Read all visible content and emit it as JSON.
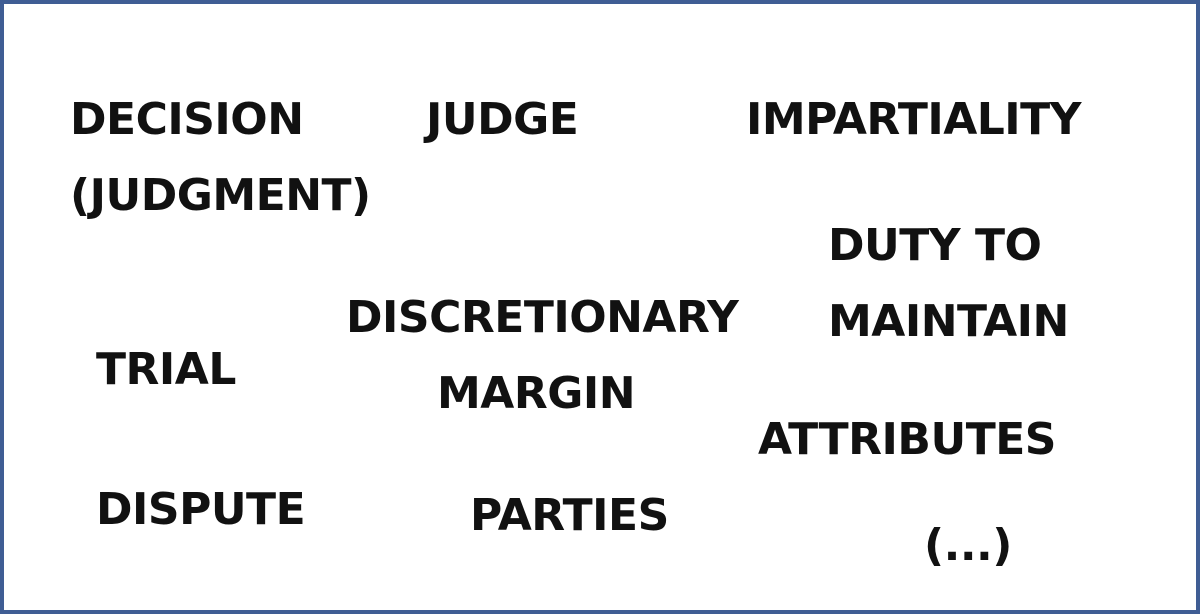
{
  "border_color": "#3f5d94",
  "text_color": "#111111",
  "terms": {
    "decision": [
      "DECISION",
      "(JUDGMENT)"
    ],
    "judge": "JUDGE",
    "impartiality": "IMPARTIALITY",
    "duty_to_maintain": [
      "DUTY TO",
      "MAINTAIN"
    ],
    "discretionary_margin": [
      "DISCRETIONARY",
      "MARGIN"
    ],
    "trial": "TRIAL",
    "attributes": "ATTRIBUTES",
    "dispute": "DISPUTE",
    "parties": "PARTIES",
    "ellipsis": "(...)"
  }
}
